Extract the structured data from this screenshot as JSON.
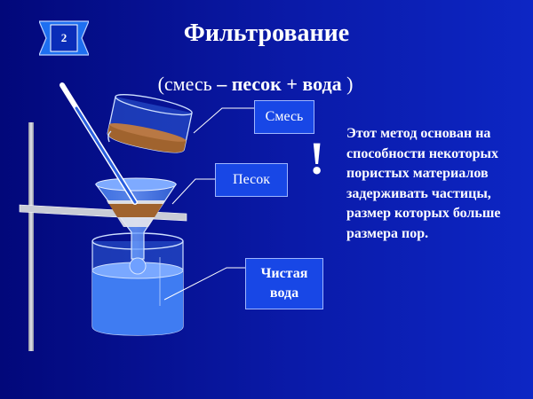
{
  "slide": {
    "number": "2"
  },
  "title": "Фильтрование",
  "subtitle": {
    "open": "(смесь ",
    "bold": "– песок + вода",
    "close": " )"
  },
  "labels": {
    "mix": "Смесь",
    "sand": "Песок",
    "water_line1": "Чистая",
    "water_line2": "вода"
  },
  "exclamation": "!",
  "explanation": "Этот метод основан на способности некоторых пористых материалов задерживать частицы, размер которых больше размера пор.",
  "colors": {
    "background": "#0a1aa8",
    "label_box": "#1847e6",
    "sand": "#a0632e",
    "glass_water": "#3d7bf0",
    "stand": "#c0c4d0"
  }
}
